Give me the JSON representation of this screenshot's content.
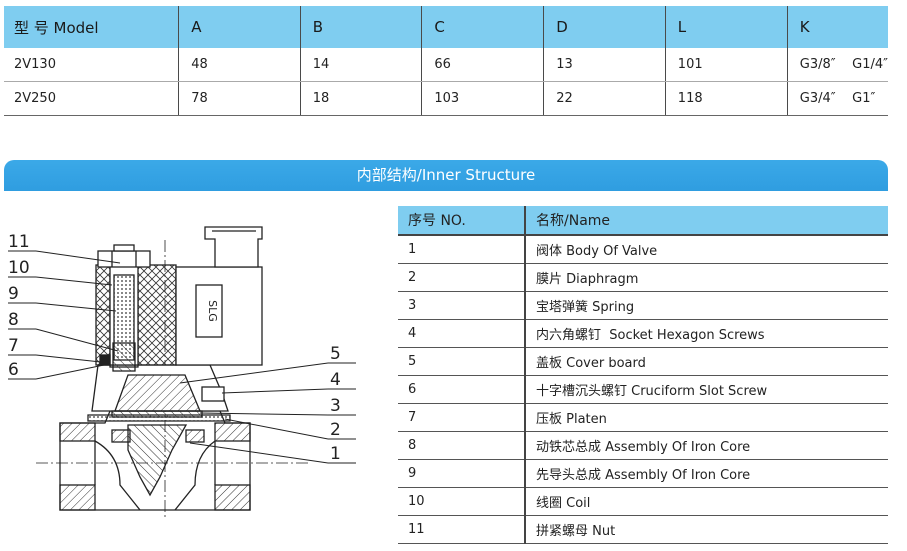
{
  "dimensions": {
    "headers": [
      "型 号 Model",
      "A",
      "B",
      "C",
      "D",
      "L",
      "K"
    ],
    "rows": [
      [
        "2V130",
        "48",
        "14",
        "66",
        "13",
        "101",
        "G3/8″    G1/4″"
      ],
      [
        "2V250",
        "78",
        "18",
        "103",
        "22",
        "118",
        "G3/4″    G1″"
      ]
    ]
  },
  "banner": {
    "title": "内部结构/Inner Structure"
  },
  "parts": {
    "headers": [
      "序号 NO.",
      "名称/Name"
    ],
    "rows": [
      [
        "1",
        "阀体 Body Of Valve"
      ],
      [
        "2",
        "膜片 Diaphragm"
      ],
      [
        "3",
        "宝塔弹簧 Spring"
      ],
      [
        "4",
        "内六角螺钉  Socket Hexagon Screws"
      ],
      [
        "5",
        "盖板 Cover board"
      ],
      [
        "6",
        "十字槽沉头螺钉 Cruciform Slot Screw"
      ],
      [
        "7",
        "压板 Platen"
      ],
      [
        "8",
        "动铁芯总成 Assembly Of Iron Core"
      ],
      [
        "9",
        "先导头总成 Assembly Of Iron Core"
      ],
      [
        "10",
        "线圈 Coil"
      ],
      [
        "11",
        "拼紧螺母 Nut"
      ]
    ]
  },
  "drawing": {
    "coil_label": "SLG",
    "callouts_left": [
      "11",
      "10",
      "9",
      "8",
      "7",
      "6"
    ],
    "callouts_right": [
      "5",
      "4",
      "3",
      "2",
      "1"
    ]
  }
}
